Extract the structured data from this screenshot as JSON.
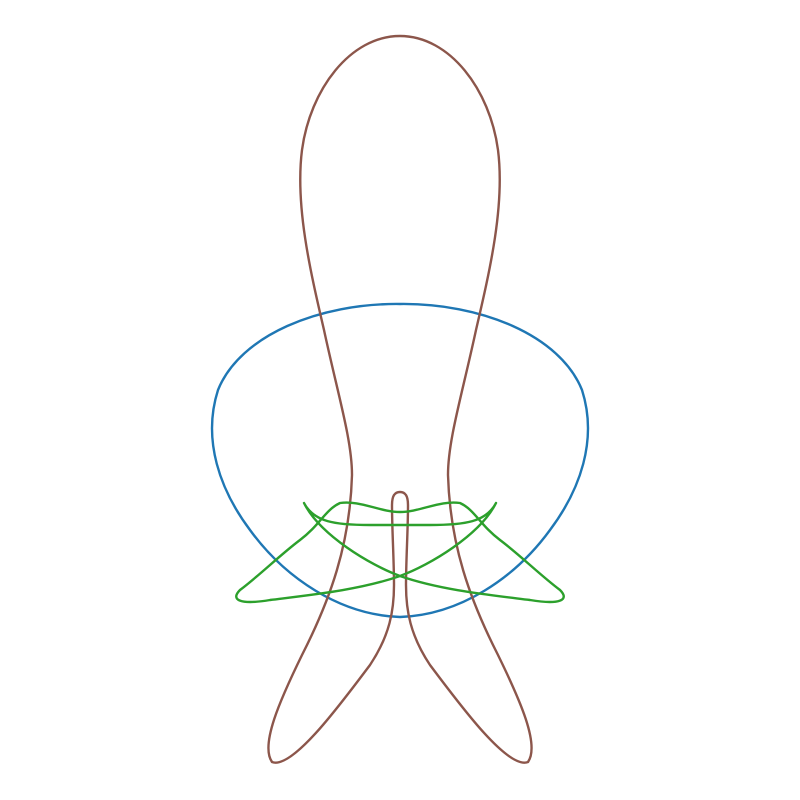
{
  "diagram": {
    "background": "#ffffff",
    "curves": [
      {
        "id": "blue-loop",
        "color": "#1f77b4"
      },
      {
        "id": "brown-figure",
        "color": "#8c564b"
      },
      {
        "id": "green-figure",
        "color": "#2ca02c"
      }
    ]
  }
}
